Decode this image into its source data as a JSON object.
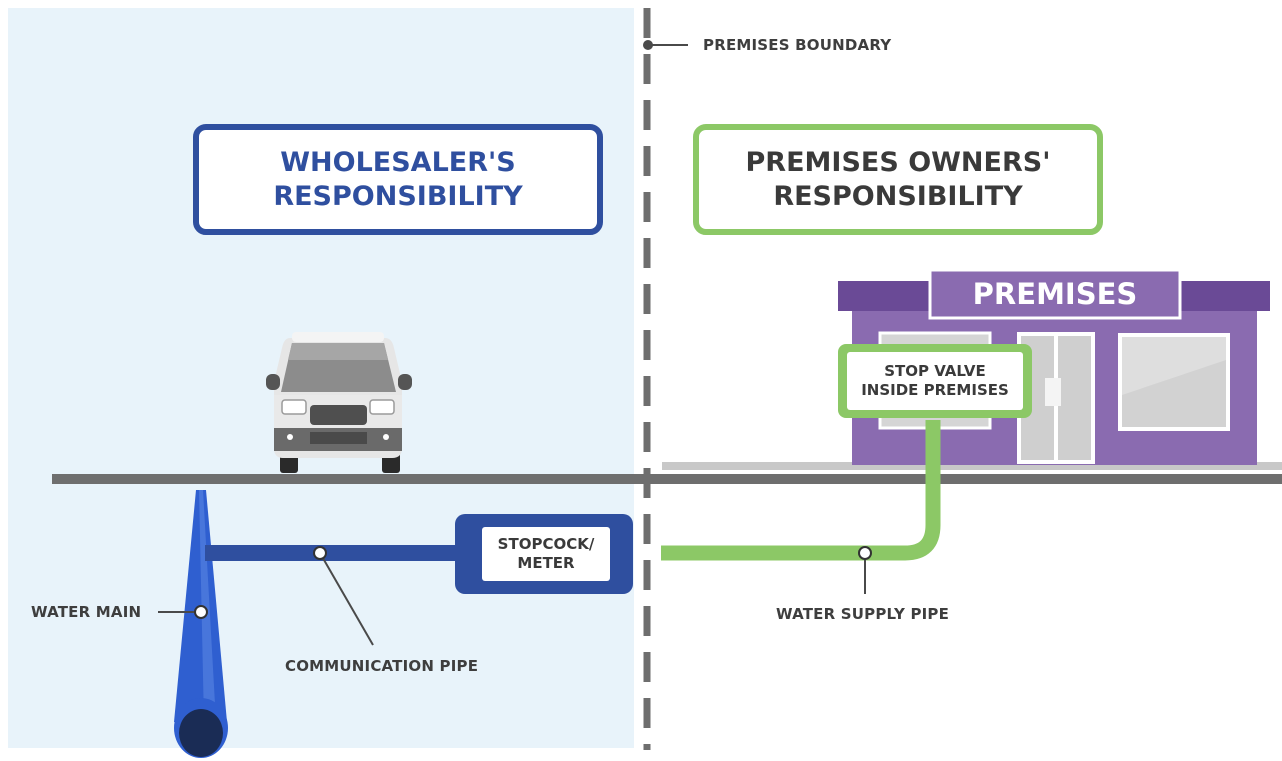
{
  "diagram": {
    "boundary_label": "PREMISES BOUNDARY",
    "wholesaler_box": {
      "line1": "WHOLESALER'S",
      "line2": "RESPONSIBILITY"
    },
    "owners_box": {
      "line1": "PREMISES OWNERS'",
      "line2": "RESPONSIBILITY"
    },
    "premises_sign": "PREMISES",
    "stop_valve": {
      "line1": "STOP VALVE",
      "line2": "INSIDE PREMISES"
    },
    "stopcock": {
      "line1": "STOPCOCK/",
      "line2": "METER"
    },
    "water_main_label": "WATER MAIN",
    "communication_pipe_label": "COMMUNICATION PIPE",
    "water_supply_pipe_label": "WATER SUPPLY PIPE"
  },
  "colors": {
    "wholesaler_blue": "#2f4f9f",
    "owner_green": "#8cc866",
    "premises_purple": "#8a6bb0",
    "boundary_grey": "#6e6e6e",
    "zone_background": "#e8f3fa"
  }
}
